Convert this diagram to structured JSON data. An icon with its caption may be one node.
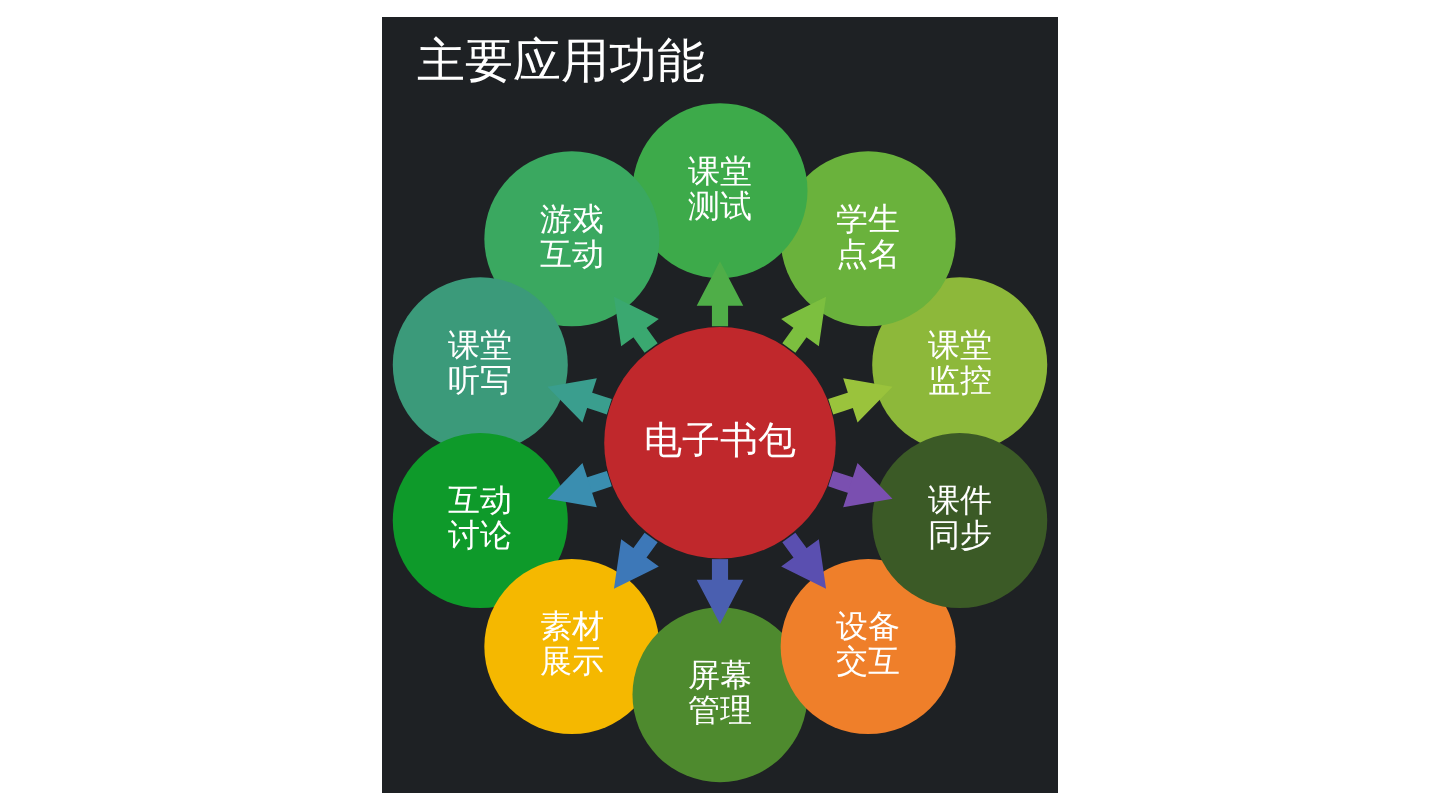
{
  "diagram": {
    "title": "主要应用功能",
    "nodes": [
      {
        "text": [
          "电子书包"
        ]
      },
      {
        "text": [
          "课堂监控"
        ]
      },
      {
        "text": [
          "学生点名"
        ]
      },
      {
        "text": [
          "课堂测试"
        ]
      },
      {
        "text": [
          "游戏互动"
        ]
      },
      {
        "text": [
          "课堂听写"
        ]
      },
      {
        "text": [
          "互动讨论"
        ]
      },
      {
        "text": [
          "素材展示"
        ]
      },
      {
        "text": [
          "屏幕管理"
        ]
      },
      {
        "text": [
          "设备交互"
        ]
      },
      {
        "text": [
          "课件同步"
        ]
      }
    ],
    "edges": [
      {
        "from": 0,
        "to": 1,
        "arrow": "to",
        "color": "#9ac33c"
      },
      {
        "from": 0,
        "to": 2,
        "arrow": "to",
        "color": "#7cbf3f"
      },
      {
        "from": 0,
        "to": 3,
        "arrow": "to",
        "color": "#4fae48"
      },
      {
        "from": 0,
        "to": 4,
        "arrow": "to",
        "color": "#3aa870"
      },
      {
        "from": 0,
        "to": 5,
        "arrow": "to",
        "color": "#3a9e8e"
      },
      {
        "from": 0,
        "to": 6,
        "arrow": "to",
        "color": "#3a8eb0"
      },
      {
        "from": 0,
        "to": 7,
        "arrow": "to",
        "color": "#3d78b8"
      },
      {
        "from": 0,
        "to": 8,
        "arrow": "to",
        "color": "#4a5fb0"
      },
      {
        "from": 0,
        "to": 9,
        "arrow": "to",
        "color": "#5a4fb0"
      },
      {
        "from": 0,
        "to": 10,
        "arrow": "to",
        "color": "#7a4fb0"
      }
    ]
  }
}
